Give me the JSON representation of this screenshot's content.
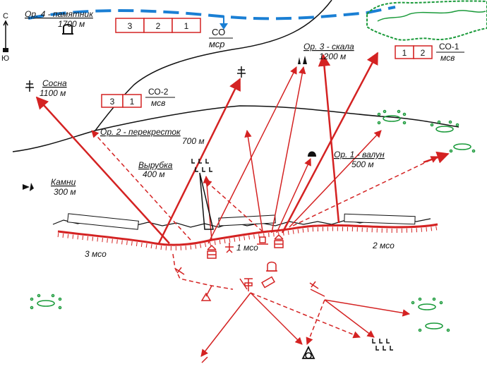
{
  "compass": {
    "north": "С",
    "south": "Ю"
  },
  "landmarks": [
    {
      "id": "or4",
      "name": "Ор. 4 - памятник",
      "distance": "1700 м"
    },
    {
      "id": "or3",
      "name": "Ор. 3 - скала",
      "distance": "1200 м"
    },
    {
      "id": "sosna",
      "name": "Сосна",
      "distance": "1100 м"
    },
    {
      "id": "or2",
      "name": "Ор. 2 - перекресток",
      "distance": "700 м"
    },
    {
      "id": "vyrubka",
      "name": "Вырубка",
      "distance": "400 м"
    },
    {
      "id": "kamni",
      "name": "Камни",
      "distance": "300 м"
    },
    {
      "id": "or1",
      "name": "Ор. 1 - валун",
      "distance": "500 м"
    }
  ],
  "adjacent_units": [
    {
      "id": "left",
      "boxes": [
        "3",
        "2",
        "1"
      ],
      "label": "СО",
      "sublabel": "мср"
    },
    {
      "id": "right",
      "boxes": [
        "1",
        "2"
      ],
      "label": "СО-1",
      "sublabel": "мсв"
    },
    {
      "id": "middle",
      "boxes": [
        "3",
        "1"
      ],
      "label": "СО-2",
      "sublabel": "мсв"
    }
  ],
  "sectors": [
    "3 мсо",
    "1 мсо",
    "2 мсо"
  ],
  "colors": {
    "fire_lines": "#d42222",
    "water": "#1a7fd4",
    "vegetation": "#1a9a3a",
    "terrain": "#111111"
  }
}
